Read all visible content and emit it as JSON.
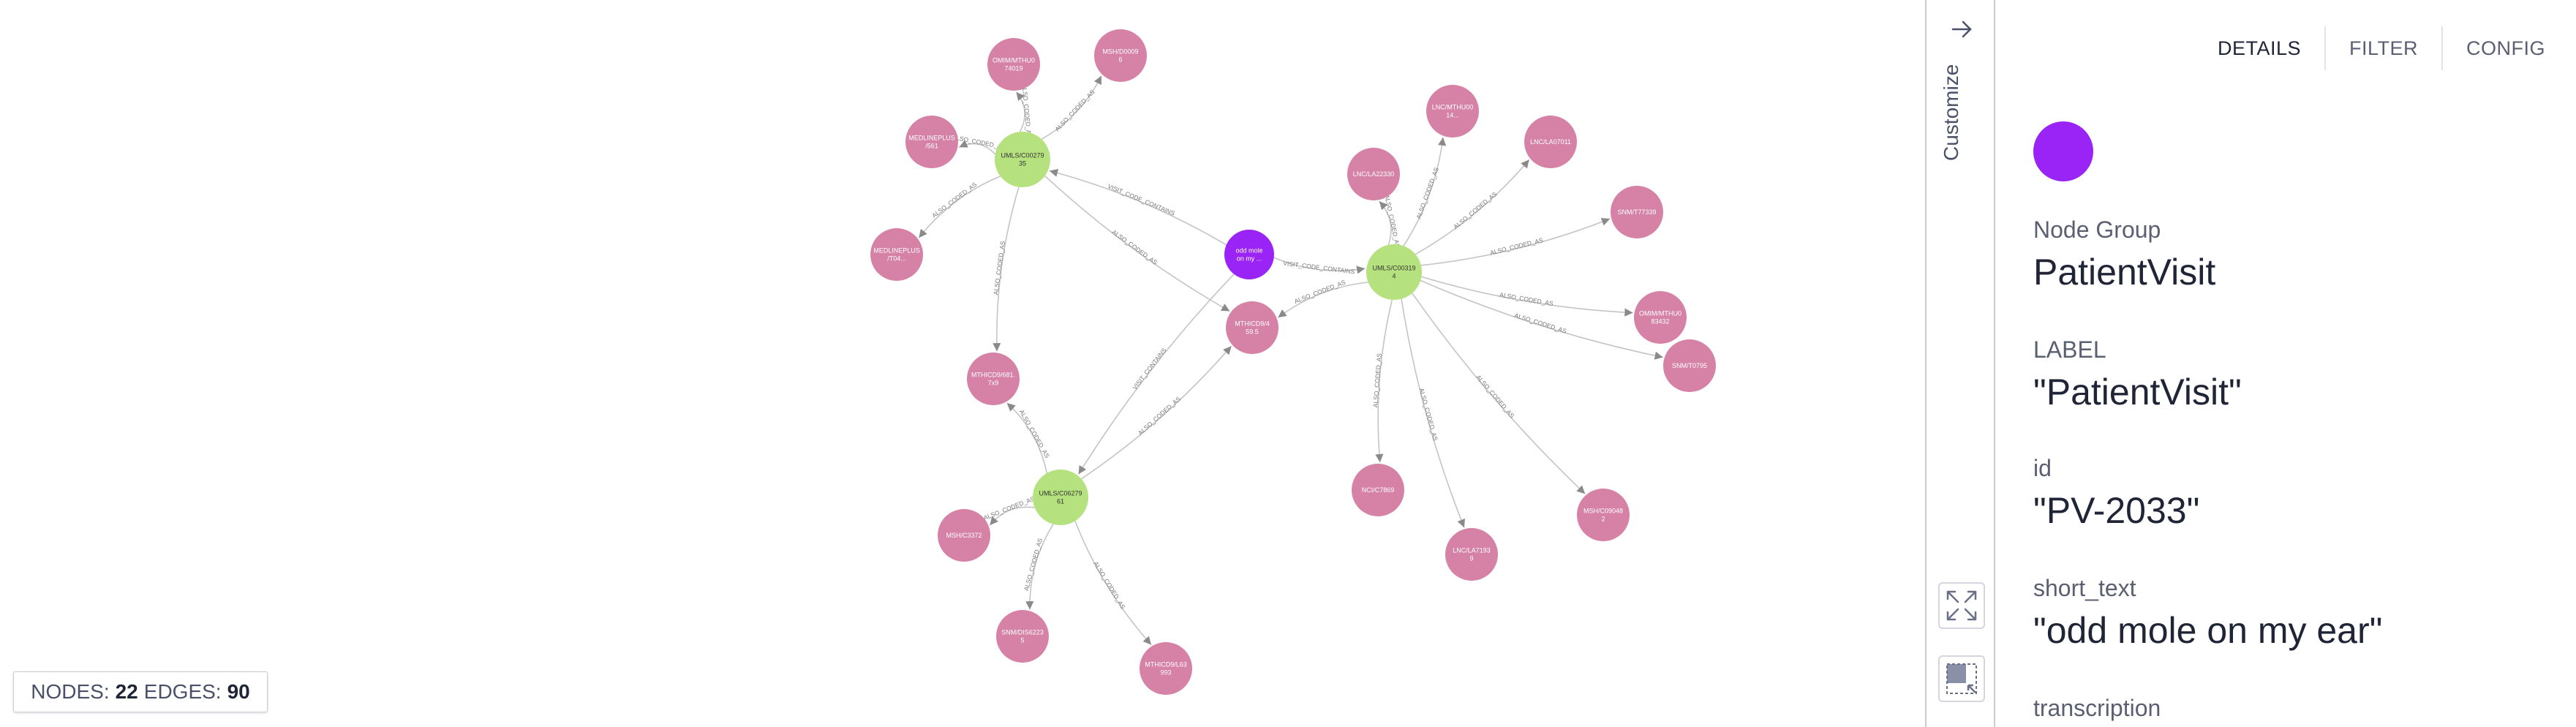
{
  "colors": {
    "node_default": "#d682a6",
    "node_concept": "#b5e27e",
    "node_selected": "#9a23f5",
    "edge": "#c4c4c4"
  },
  "graph": {
    "nodes": [
      {
        "id": "pv",
        "label": "odd mole\non my ...",
        "type": "selected"
      },
      {
        "id": "u1",
        "label": "UMLS/C00279\n35",
        "type": "concept"
      },
      {
        "id": "u2",
        "label": "UMLS/C00319\n4",
        "type": "concept"
      },
      {
        "id": "u3",
        "label": "UMLS/C06279\n61",
        "type": "concept"
      },
      {
        "id": "mid",
        "label": "MTHICD9/4\n59.5",
        "type": "default"
      },
      {
        "id": "n1",
        "label": "OMIM/MTHU0\n74019",
        "type": "default"
      },
      {
        "id": "n2",
        "label": "MSH/D0009\n6",
        "type": "default"
      },
      {
        "id": "n3",
        "label": "MEDLINEPLUS\n/561",
        "type": "default"
      },
      {
        "id": "n4",
        "label": "MEDLINEPLUS\n/T04...",
        "type": "default"
      },
      {
        "id": "n5",
        "label": "LNC/MTHU00\n14...",
        "type": "default"
      },
      {
        "id": "n6",
        "label": "LNC/LA22330",
        "type": "default"
      },
      {
        "id": "n7",
        "label": "LNC/LA07011",
        "type": "default"
      },
      {
        "id": "n8",
        "label": "SNM/T77339",
        "type": "default"
      },
      {
        "id": "n9",
        "label": "OMIM/MTHU0\n83432",
        "type": "default"
      },
      {
        "id": "n10",
        "label": "SNM/T0795",
        "type": "default"
      },
      {
        "id": "n11",
        "label": "MTHICD9/681.\n7x9",
        "type": "default"
      },
      {
        "id": "n12",
        "label": "MSH/C3372",
        "type": "default"
      },
      {
        "id": "n13",
        "label": "NCI/C7869",
        "type": "default"
      },
      {
        "id": "n14",
        "label": "LNC/LA7193\n9",
        "type": "default"
      },
      {
        "id": "n15",
        "label": "MSH/C09048\n2",
        "type": "default"
      },
      {
        "id": "n16",
        "label": "SNM/DIS6223\n5",
        "type": "default"
      },
      {
        "id": "n17",
        "label": "MTHICD9/L63\n993",
        "type": "default"
      }
    ],
    "edges": [
      {
        "from": "u1",
        "to": "n1",
        "label": "ALSO_CODED_AS"
      },
      {
        "from": "u1",
        "to": "n2",
        "label": "ALSO_CODED_AS"
      },
      {
        "from": "u1",
        "to": "n3",
        "label": "ALSO_CODED_AS"
      },
      {
        "from": "u1",
        "to": "n4",
        "label": "ALSO_CODED_AS"
      },
      {
        "from": "u1",
        "to": "n11",
        "label": "ALSO_CODED_AS"
      },
      {
        "from": "u1",
        "to": "mid",
        "label": "ALSO_CODED_AS"
      },
      {
        "from": "u2",
        "to": "n5",
        "label": "ALSO_CODED_AS"
      },
      {
        "from": "u2",
        "to": "n6",
        "label": "ALSO_CODED_AS"
      },
      {
        "from": "u2",
        "to": "n7",
        "label": "ALSO_CODED_AS"
      },
      {
        "from": "u2",
        "to": "n8",
        "label": "ALSO_CODED_AS"
      },
      {
        "from": "u2",
        "to": "n9",
        "label": "ALSO_CODED_AS"
      },
      {
        "from": "u2",
        "to": "n10",
        "label": "ALSO_CODED_AS"
      },
      {
        "from": "u2",
        "to": "n13",
        "label": "ALSO_CODED_AS"
      },
      {
        "from": "u2",
        "to": "n14",
        "label": "ALSO_CODED_AS"
      },
      {
        "from": "u2",
        "to": "n15",
        "label": "ALSO_CODED_AS"
      },
      {
        "from": "u2",
        "to": "mid",
        "label": "ALSO_CODED_AS"
      },
      {
        "from": "u3",
        "to": "n12",
        "label": "ALSO_CODED_AS"
      },
      {
        "from": "u3",
        "to": "n16",
        "label": "ALSO_CODED_AS"
      },
      {
        "from": "u3",
        "to": "n17",
        "label": "ALSO_CODED_AS"
      },
      {
        "from": "u3",
        "to": "n11",
        "label": "ALSO_CODED_AS"
      },
      {
        "from": "u3",
        "to": "mid",
        "label": "ALSO_CODED_AS"
      },
      {
        "from": "pv",
        "to": "u1",
        "label": "VISIT_CODE_CONTAINS"
      },
      {
        "from": "pv",
        "to": "u2",
        "label": "VISIT_CODE_CONTAINS"
      },
      {
        "from": "pv",
        "to": "u3",
        "label": "VISIT_CONTAINS"
      }
    ]
  },
  "stats": {
    "nodes_label": "NODES:",
    "nodes": "22",
    "edges_label": "EDGES:",
    "edges": "90"
  },
  "customize": {
    "label": "Customize"
  },
  "panel": {
    "tabs": [
      "DETAILS",
      "FILTER",
      "CONFIG"
    ],
    "properties": [
      {
        "key": "Node Group",
        "value": "PatientVisit"
      },
      {
        "key": "LABEL",
        "value": "\"PatientVisit\""
      },
      {
        "key": "id",
        "value": "\"PV-2033\""
      },
      {
        "key": "short_text",
        "value": "\"odd mole on my ear\""
      },
      {
        "key": "transcription",
        "value": ""
      }
    ]
  }
}
